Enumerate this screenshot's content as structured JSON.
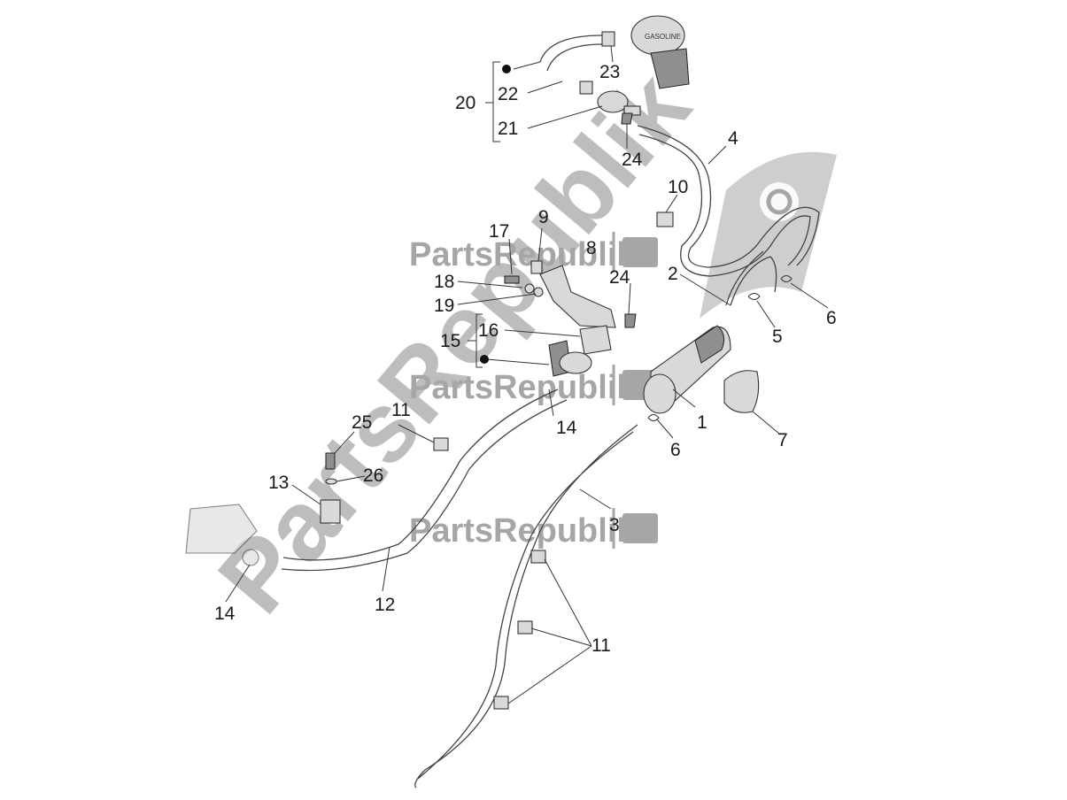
{
  "watermark": {
    "brand": "PartsRepublik",
    "brand_big": "PartsRepublik"
  },
  "callouts": [
    "1",
    "2",
    "3",
    "4",
    "5",
    "6",
    "6",
    "7",
    "8",
    "9",
    "10",
    "11",
    "11",
    "12",
    "13",
    "14",
    "14",
    "15",
    "16",
    "17",
    "18",
    "19",
    "20",
    "21",
    "22",
    "23",
    "24",
    "24",
    "25",
    "26"
  ],
  "cap_label": "GASOLINE",
  "colors": {
    "line": "#333333",
    "part": "#d9d9d9",
    "watermark": "#a6a6a6"
  }
}
